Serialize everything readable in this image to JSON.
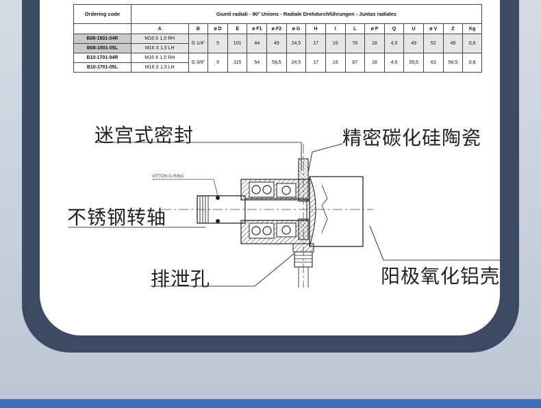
{
  "table": {
    "ordering_code_header": "Ordering code",
    "title": "Giunti radiali - 90° Unions - Radiale Drehdurchführungen - Juntas radiales",
    "columns": [
      "A",
      "B",
      "ø D",
      "E",
      "ø F1",
      "ø F2",
      "ø G",
      "H",
      "I",
      "L",
      "ø P",
      "Q",
      "U",
      "ø V",
      "Z",
      "Kg"
    ],
    "groups": [
      {
        "codes": [
          "B08-1501-04R",
          "B08-1501-05L"
        ],
        "a": [
          "M16 X 1,5 RH",
          "M16 X 1,5 LH"
        ],
        "values": [
          "G 1/4\"",
          "5",
          "101",
          "44",
          "49",
          "24,5",
          "17",
          "16",
          "76",
          "18",
          "4,5",
          "49",
          "52",
          "49",
          "0,6"
        ]
      },
      {
        "codes": [
          "B10-1701-04R",
          "B10-1701-05L"
        ],
        "a": [
          "M16 X 1,5 RH",
          "M16 X 1,5 LH"
        ],
        "values": [
          "G 3/8\"",
          "9",
          "115",
          "54",
          "59,5",
          "24,5",
          "17",
          "16",
          "87",
          "18",
          "4,5",
          "59,5",
          "63",
          "56,5",
          "0,8"
        ]
      }
    ]
  },
  "diagram": {
    "labels": {
      "labyrinth_seal": "迷宫式密封",
      "ceramic": "精密碳化硅陶瓷",
      "shaft": "不锈钢转轴",
      "drain": "排泄孔",
      "housing": "阳极氧化铝壳"
    },
    "oring_note": "VITTON O-RING"
  },
  "colors": {
    "frame": "#3d4a63",
    "bottom_bar": "#3f6fb8",
    "background": "#c9d2de"
  }
}
